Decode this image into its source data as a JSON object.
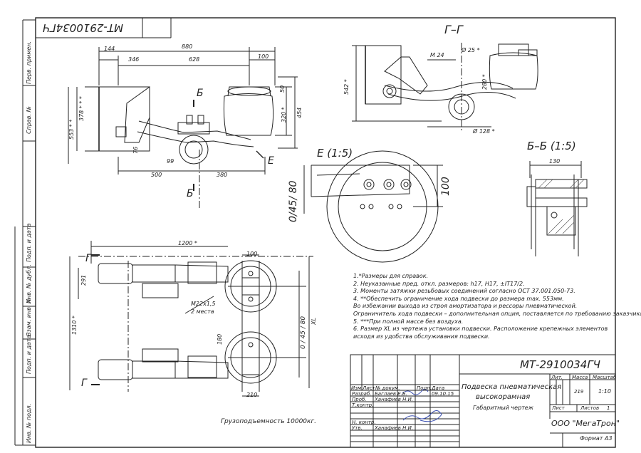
{
  "designation": "МТ-2910034ГЧ",
  "designation_flipped": "МТ-2910034ГЧ",
  "title": {
    "line1": "Подвеска пневматическая",
    "line2": "высокорамная",
    "line3": "Габаритный чертеж"
  },
  "company": "ООО \"МегаТрон\"",
  "format": "Формат А3",
  "title_block": {
    "lit_label": "Лит.",
    "mass_label": "Масса",
    "scale_label": "Масштаб",
    "mass": "219",
    "scale": "1:10",
    "sheet_label": "Лист",
    "sheets_label": "Листов",
    "sheets": "1",
    "col_headers": [
      "Изм",
      "Лист",
      "№ докум.",
      "Подп.",
      "Дата"
    ],
    "roles": [
      "Разраб.",
      "Проб.",
      "Т.контр.",
      "Н. контр.",
      "Утв."
    ],
    "names": [
      "Баглаев Е.Б.",
      "Ханафиев Н.И.",
      "Ханафиев Н.И."
    ],
    "date": "09.10.15"
  },
  "side_stamp": [
    "Перв. примен.",
    "Справ. №",
    "Подп. и дата",
    "Инв. № дубл.",
    "Взам. инв. №",
    "Подп. и дата",
    "Инв. № подл."
  ],
  "views": {
    "gg": "Г–Г",
    "e": "Е (1:5)",
    "bb": "Б–Б (1:5)",
    "b_mark": "Б",
    "e_mark": "Е",
    "g_mark": "Г"
  },
  "dims": {
    "d880": "880",
    "d144": "144",
    "d346": "346",
    "d628": "628",
    "d100": "100",
    "d50": "50",
    "d378": "378 * * *",
    "d553": "553 * *",
    "d320": "320 *",
    "d454": "454",
    "d76": "76",
    "d99": "99",
    "d500": "500",
    "d380": "380",
    "m24": "М 24",
    "phi25": "Ø 25 *",
    "d542": "542 *",
    "d280": "280 *",
    "phi128": "Ø 128 *",
    "e_0_45_80": "0/45/ 80",
    "e_100": "100",
    "bb_130": "130",
    "d1200": "1200 *",
    "d291": "291",
    "d1310": "1310 *",
    "m22": "М22х1,5",
    "m22b": "2 места",
    "d180": "180",
    "d210": "210",
    "xl": "XL",
    "v0_45_80": "0 / 45 / 80",
    "p100": "100"
  },
  "notes": [
    "1.*Размеры для справок.",
    "2. Неуказанные пред. откл. размеров: h17, H17, ±IT17/2.",
    "3. Моменты затяжки резьбовых соединений согласно ОСТ 37.001.050-73.",
    "4. **Обеспечить ограничение хода подвески до размера max. 553мм.",
    "    Во избежании выхода из строя амортизатора и рессоры пневматической.",
    "    Ограничитель хода подвески – дополнительная опция, поставляется по требованию заказчика.",
    "5. ***При полной массе без воздуха.",
    "6. Размер XL из чертежа установки подвески. Расположение крепежных элементов",
    "    исходя из удобства обслуживания подвески."
  ],
  "load_capacity": "Грузоподъемность 10000кг."
}
